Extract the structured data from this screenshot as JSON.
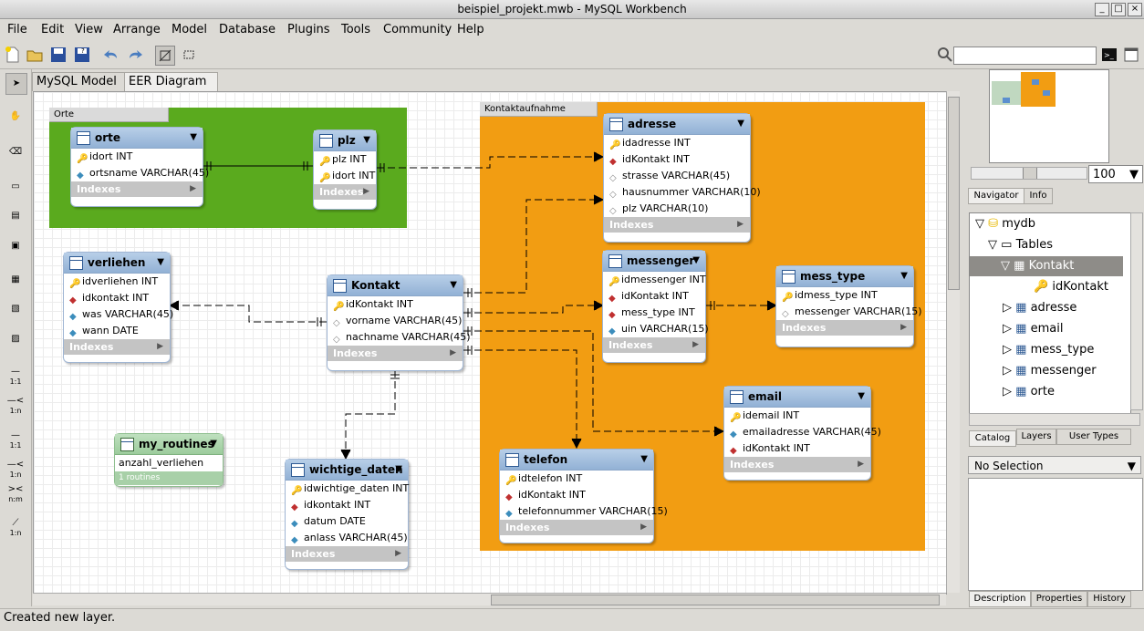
{
  "window": {
    "title": "beispiel_projekt.mwb - MySQL Workbench"
  },
  "menu": [
    "File",
    "Edit",
    "View",
    "Arrange",
    "Model",
    "Database",
    "Plugins",
    "Tools",
    "Community",
    "Help"
  ],
  "tabs": [
    {
      "label": "MySQL Model",
      "close": "×"
    },
    {
      "label": "EER Diagram",
      "close": "×"
    }
  ],
  "palette": {
    "rel_11": "1:1",
    "rel_1n": "1:n",
    "rel_11b": "1:1",
    "rel_1nb": "1:n",
    "rel_nm": "n:m",
    "rel_1n_exist": "1:n"
  },
  "layers": {
    "orte": "Orte",
    "kontakt": "Kontaktaufnahme"
  },
  "tables": {
    "orte": {
      "name": "orte",
      "cols": [
        "idort INT",
        "ortsname VARCHAR(45)"
      ],
      "footer": "Indexes"
    },
    "plz": {
      "name": "plz",
      "cols": [
        "plz INT",
        "idort INT"
      ],
      "footer": "Indexes"
    },
    "adresse": {
      "name": "adresse",
      "cols": [
        "idadresse INT",
        "idKontakt INT",
        "strasse VARCHAR(45)",
        "hausnummer VARCHAR(10)",
        "plz VARCHAR(10)"
      ],
      "footer": "Indexes"
    },
    "verliehen": {
      "name": "verliehen",
      "cols": [
        "idverliehen INT",
        "idkontakt INT",
        "was VARCHAR(45)",
        "wann DATE"
      ],
      "footer": "Indexes"
    },
    "kontakt": {
      "name": "Kontakt",
      "cols": [
        "idKontakt INT",
        "vorname VARCHAR(45)",
        "nachname VARCHAR(45)"
      ],
      "footer": "Indexes"
    },
    "messenger": {
      "name": "messenger",
      "cols": [
        "idmessenger INT",
        "idKontakt INT",
        "mess_type INT",
        "uin VARCHAR(15)"
      ],
      "footer": "Indexes"
    },
    "mess_type": {
      "name": "mess_type",
      "cols": [
        "idmess_type INT",
        "messenger VARCHAR(15)"
      ],
      "footer": "Indexes"
    },
    "email": {
      "name": "email",
      "cols": [
        "idemail INT",
        "emailadresse VARCHAR(45)",
        "idKontakt INT"
      ],
      "footer": "Indexes"
    },
    "telefon": {
      "name": "telefon",
      "cols": [
        "idtelefon INT",
        "idKontakt INT",
        "telefonnummer VARCHAR(15)"
      ],
      "footer": "Indexes"
    },
    "wichtige_daten": {
      "name": "wichtige_daten",
      "cols": [
        "idwichtige_daten INT",
        "idkontakt INT",
        "datum DATE",
        "anlass VARCHAR(45)"
      ],
      "footer": "Indexes"
    }
  },
  "routines": {
    "name": "my_routines",
    "item": "anzahl_verliehen",
    "count": "1 routines"
  },
  "navigator": {
    "zoom": "100",
    "tabs": [
      "Navigator",
      "Info"
    ]
  },
  "catalog": {
    "tree": [
      "mydb",
      "Tables",
      "Kontakt",
      "idKontakt",
      "adresse",
      "email",
      "mess_type",
      "messenger",
      "orte"
    ],
    "tabs": [
      "Catalog",
      "Layers",
      "User Types"
    ]
  },
  "selection": "No Selection",
  "bottom_tabs": [
    "Description",
    "Properties",
    "History"
  ],
  "status": "Created new layer.",
  "colors": {
    "orte_layer": "#5aaa1e",
    "kontakt_layer": "#f29d12",
    "table_header": "#9ab7db"
  }
}
